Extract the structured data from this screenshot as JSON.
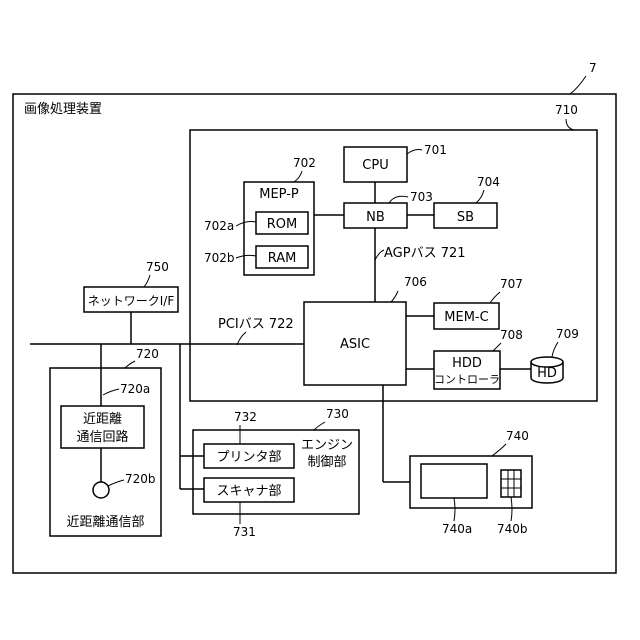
{
  "apparatus": {
    "ref": "7",
    "title": "画像処理装置"
  },
  "controller": {
    "ref": "710"
  },
  "cpu": {
    "label": "CPU",
    "ref": "701"
  },
  "mep": {
    "label": "MEP-P",
    "ref": "702",
    "rom_label": "ROM",
    "rom_ref": "702a",
    "ram_label": "RAM",
    "ram_ref": "702b"
  },
  "nb": {
    "label": "NB",
    "ref": "703"
  },
  "sb": {
    "label": "SB",
    "ref": "704"
  },
  "agp_bus": {
    "label": "AGPバス 721"
  },
  "asic": {
    "label": "ASIC",
    "ref": "706"
  },
  "mem_c": {
    "label": "MEM-C",
    "ref": "707"
  },
  "hdd_controller": {
    "line1": "HDD",
    "line2": "コントローラ",
    "ref": "708"
  },
  "hd": {
    "label": "HD",
    "ref": "709"
  },
  "network_if": {
    "label": "ネットワークI/F",
    "ref": "750"
  },
  "pci_bus": {
    "label": "PCIバス 722"
  },
  "nfc_unit": {
    "label": "近距離通信部",
    "ref": "720",
    "circuit_line1": "近距離",
    "circuit_line2": "通信回路",
    "circuit_ref": "720a",
    "antenna_ref": "720b"
  },
  "engine": {
    "line1": "エンジン",
    "line2": "制御部",
    "ref": "730",
    "printer_label": "プリンタ部",
    "printer_ref": "732",
    "scanner_label": "スキャナ部",
    "scanner_ref": "731"
  },
  "panel": {
    "ref": "740",
    "display_ref": "740a",
    "keypad_ref": "740b"
  }
}
